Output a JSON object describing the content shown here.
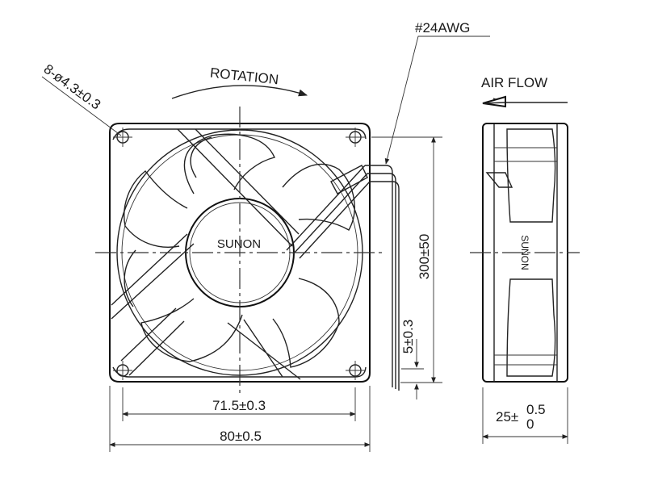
{
  "labels": {
    "mounting_holes": "8-ø4.3±0.3",
    "rotation": "ROTATION",
    "wire_gauge": "#24AWG",
    "air_flow": "AIR FLOW",
    "brand_front": "SUNON",
    "brand_side": "SUNON",
    "lead_length": "300±50",
    "wire_strip": "5±0.3",
    "hole_pitch": "71.5±0.3",
    "frame_size": "80±0.5",
    "thickness_base": "25±",
    "thickness_upper": "0.5",
    "thickness_lower": "0"
  }
}
